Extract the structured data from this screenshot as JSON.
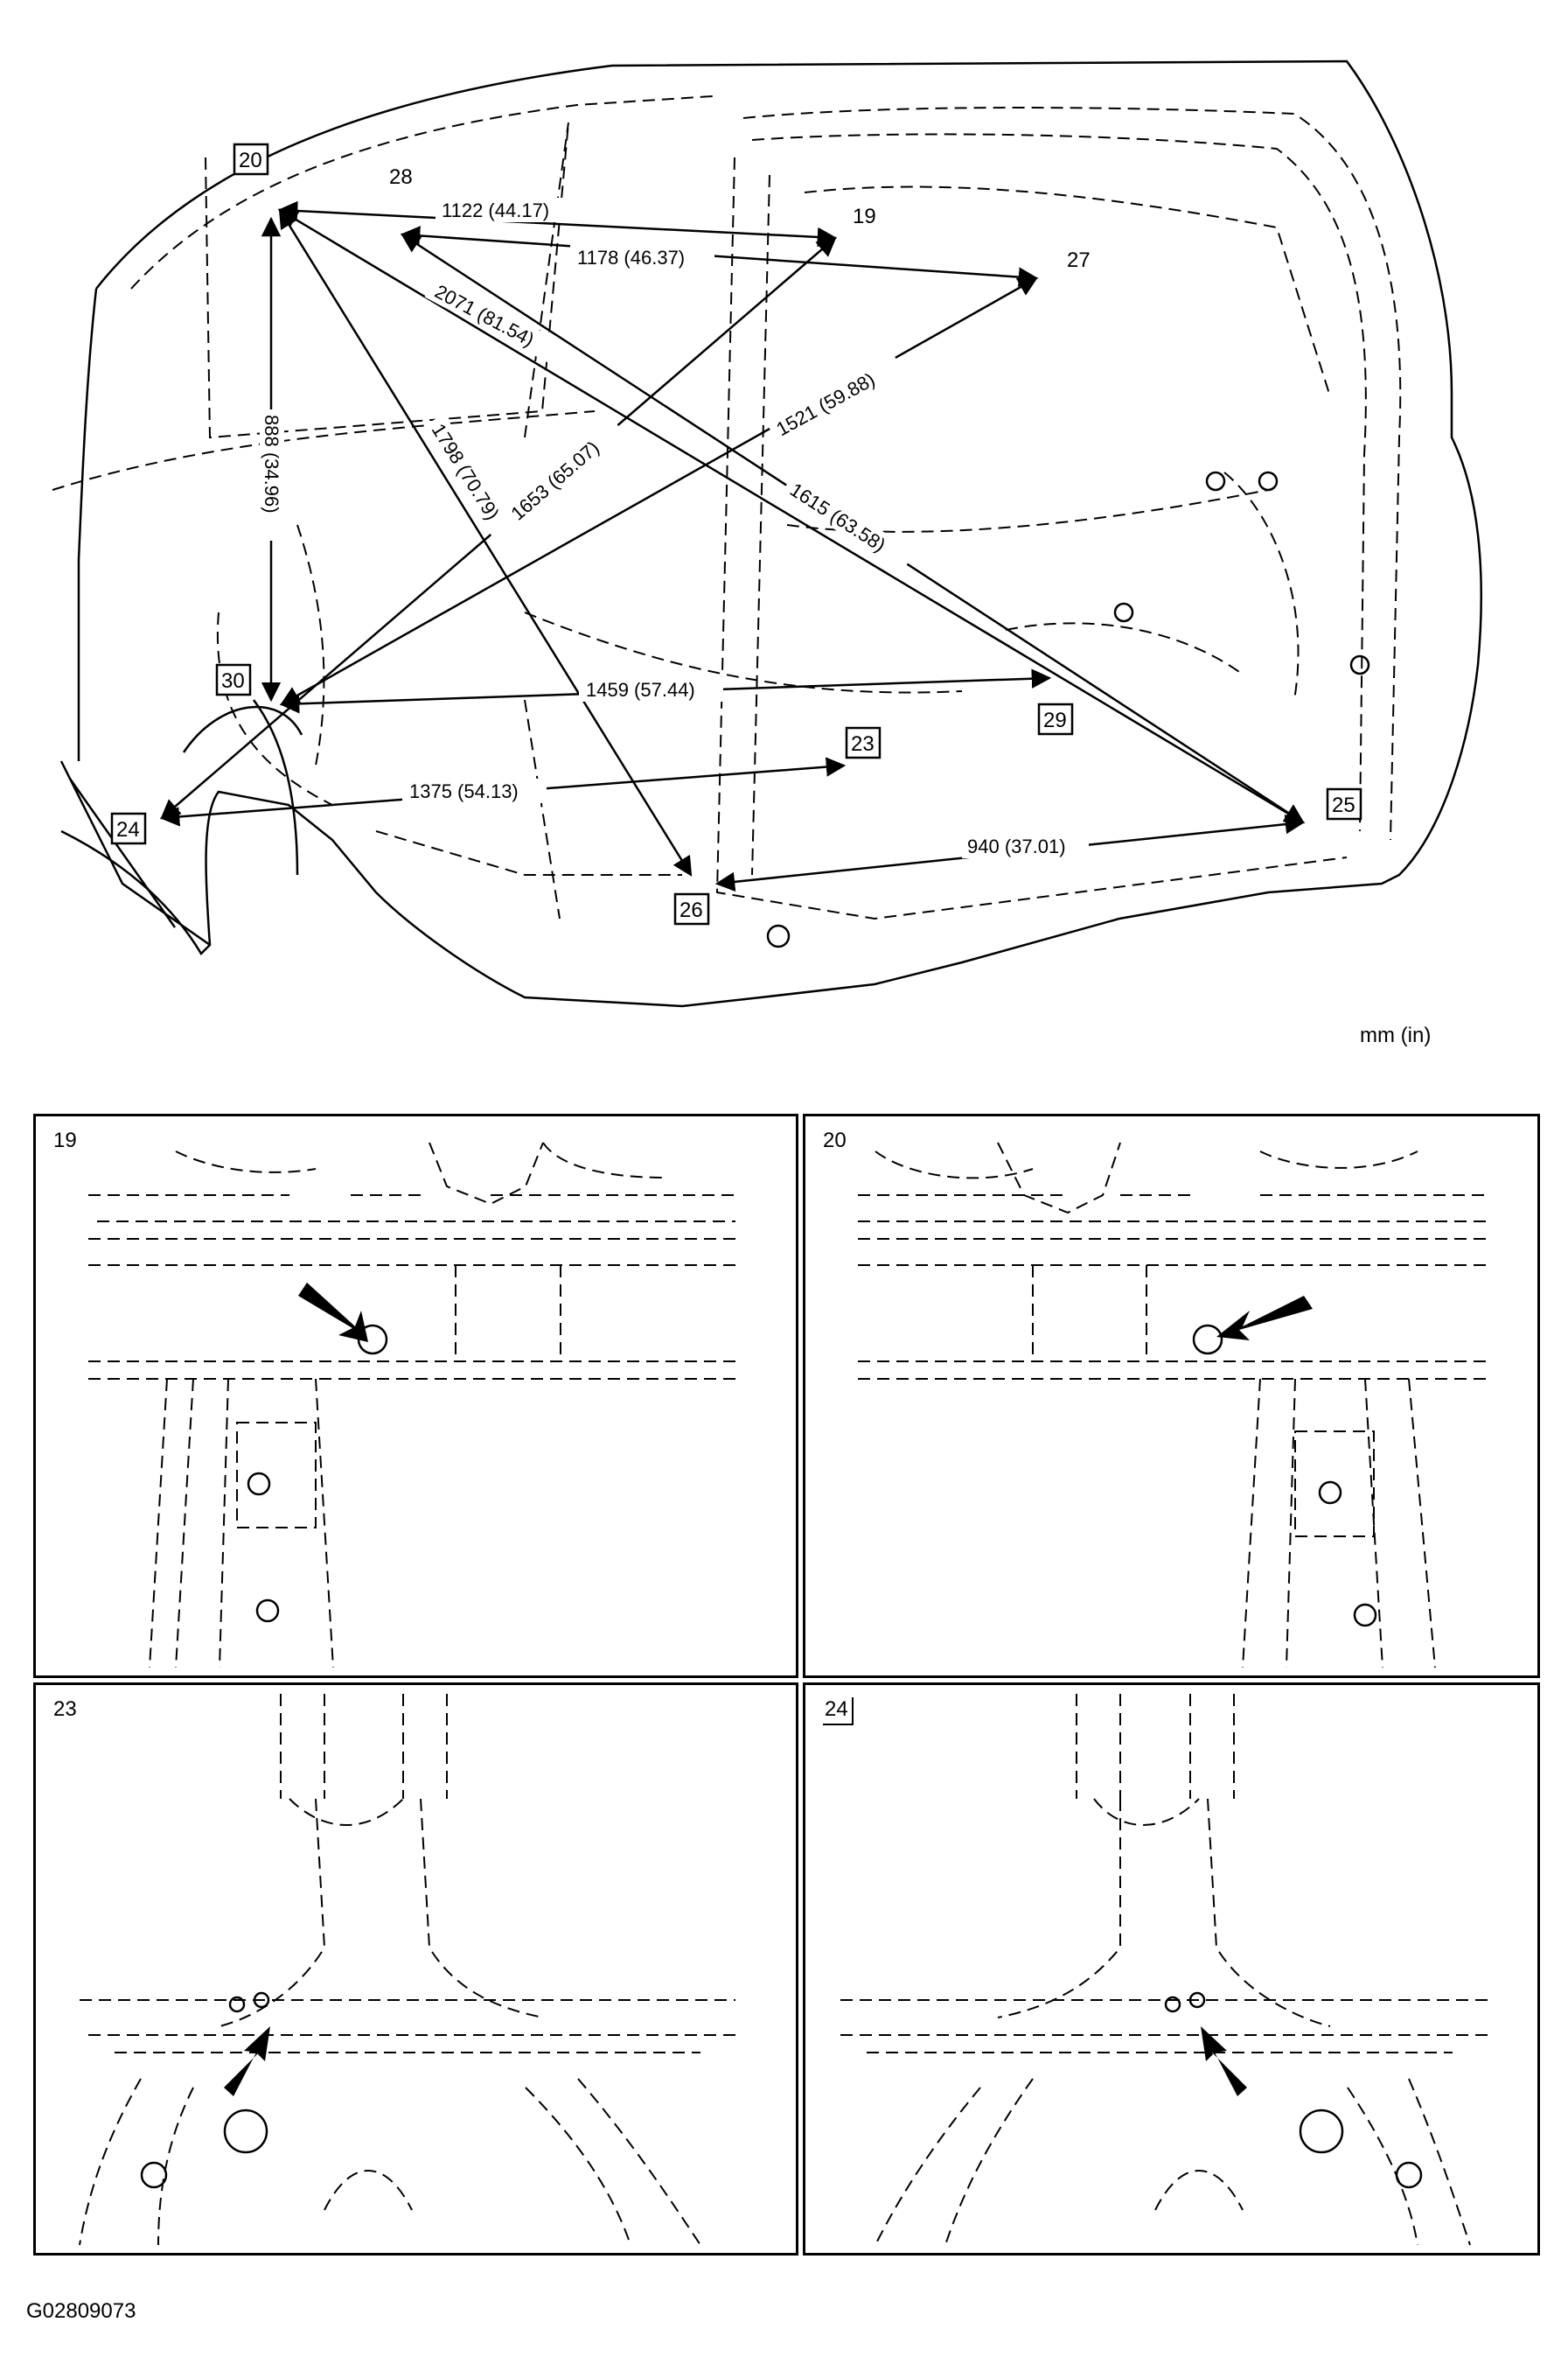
{
  "units_label": "mm (in)",
  "figure_id": "G02809073",
  "points": {
    "p19": "19",
    "p20": "20",
    "p23": "23",
    "p24": "24",
    "p25": "25",
    "p26": "26",
    "p27": "27",
    "p28": "28",
    "p29": "29",
    "p30": "30"
  },
  "dimensions": {
    "d_20_19": "1122 (44.17)",
    "d_28_27": "1178 (46.37)",
    "d_20_25": "2071 (81.54)",
    "d_20_26": "1798 (70.79)",
    "d_20_30": "888 (34.96)",
    "d_30_27": "1521 (59.88)",
    "d_24_19": "1653 (65.07)",
    "d_28_25": "1615 (63.58)",
    "d_30_29": "1459 (57.44)",
    "d_24_23": "1375 (54.13)",
    "d_26_25": "940 (37.01)"
  },
  "panels": [
    {
      "label": "19"
    },
    {
      "label": "20"
    },
    {
      "label": "23"
    },
    {
      "label": "24"
    }
  ]
}
